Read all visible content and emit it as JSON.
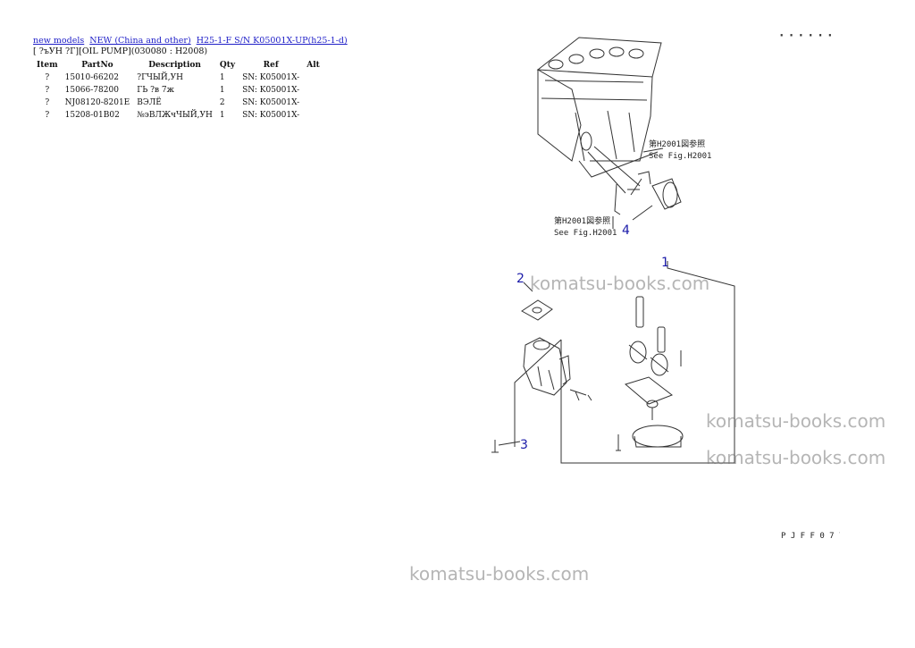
{
  "breadcrumb": {
    "links": [
      "new models",
      "NEW (China and other)",
      "H25-1-F S/N K05001X-UP(h25-1-d)"
    ]
  },
  "subtitle": "[ ?ъУН ?Г][OIL PUMP](030080 : H2008)",
  "table": {
    "headers": [
      "Item",
      "PartNo",
      "Description",
      "Qty",
      "Ref",
      "Alt"
    ],
    "rows": [
      {
        "item": "?",
        "part_no": "15010-66202",
        "description": "?ГЧЫЙ,УН",
        "qty": "1",
        "ref": "SN: K05001X-",
        "alt": ""
      },
      {
        "item": "?",
        "part_no": "15066-78200",
        "description": "ГЬ ?в 7ж",
        "qty": "1",
        "ref": "SN: K05001X-",
        "alt": ""
      },
      {
        "item": "?",
        "part_no": "NJ08120-8201E",
        "description": "ВЭЛЁ",
        "qty": "2",
        "ref": "SN: K05001X-",
        "alt": ""
      },
      {
        "item": "?",
        "part_no": "15208-01B02",
        "description": "№эВЛЖчЧЫЙ,УН",
        "qty": "1",
        "ref": "SN: K05001X-",
        "alt": ""
      }
    ]
  },
  "diagram": {
    "callouts": [
      "1",
      "2",
      "3",
      "4"
    ],
    "ref_note_1": "第H2001図参照",
    "ref_note_1b": "See Fig.H2001",
    "ref_note_2": "第H2001図参照",
    "ref_note_2b": "See Fig.H2001",
    "corner_code_top": ". . . . . .",
    "corner_code_bottom": "P J F F 0 7 7"
  },
  "watermark": "komatsu-books.com"
}
